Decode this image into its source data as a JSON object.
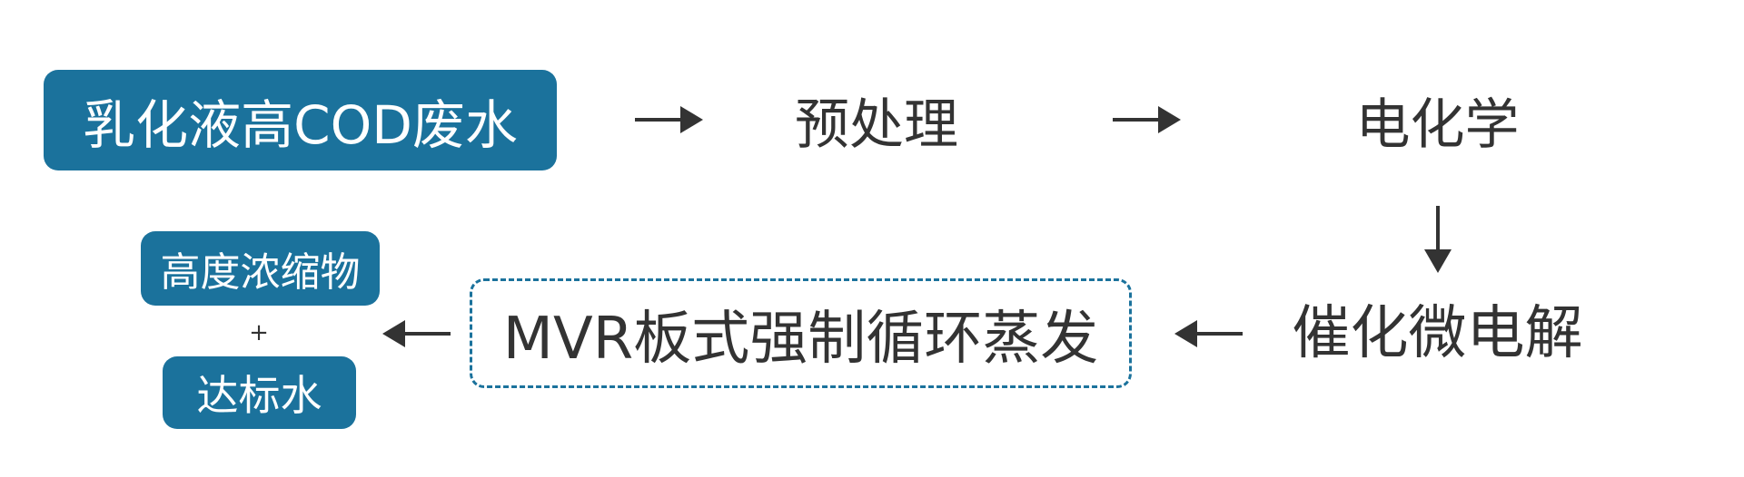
{
  "colors": {
    "accent": "#1b729c",
    "text": "#333333",
    "text_on_accent": "#ffffff",
    "arrow": "#333333",
    "background": "#ffffff"
  },
  "flow": {
    "input": {
      "label": "乳化液高COD废水",
      "style": "filled"
    },
    "step1": {
      "label": "预处理",
      "style": "plain"
    },
    "step2": {
      "label": "电化学",
      "style": "plain"
    },
    "step3": {
      "label": "催化微电解",
      "style": "plain"
    },
    "step4": {
      "label": "MVR板式强制循环蒸发",
      "style": "dashed"
    },
    "outputs": [
      {
        "label": "高度浓缩物",
        "style": "filled"
      },
      {
        "label": "达标水",
        "style": "filled"
      }
    ],
    "join_symbol": "+"
  },
  "arrows": [
    {
      "from": "input",
      "to": "step1",
      "direction": "right"
    },
    {
      "from": "step1",
      "to": "step2",
      "direction": "right"
    },
    {
      "from": "step2",
      "to": "step3",
      "direction": "down"
    },
    {
      "from": "step3",
      "to": "step4",
      "direction": "left"
    },
    {
      "from": "step4",
      "to": "outputs",
      "direction": "left"
    }
  ]
}
